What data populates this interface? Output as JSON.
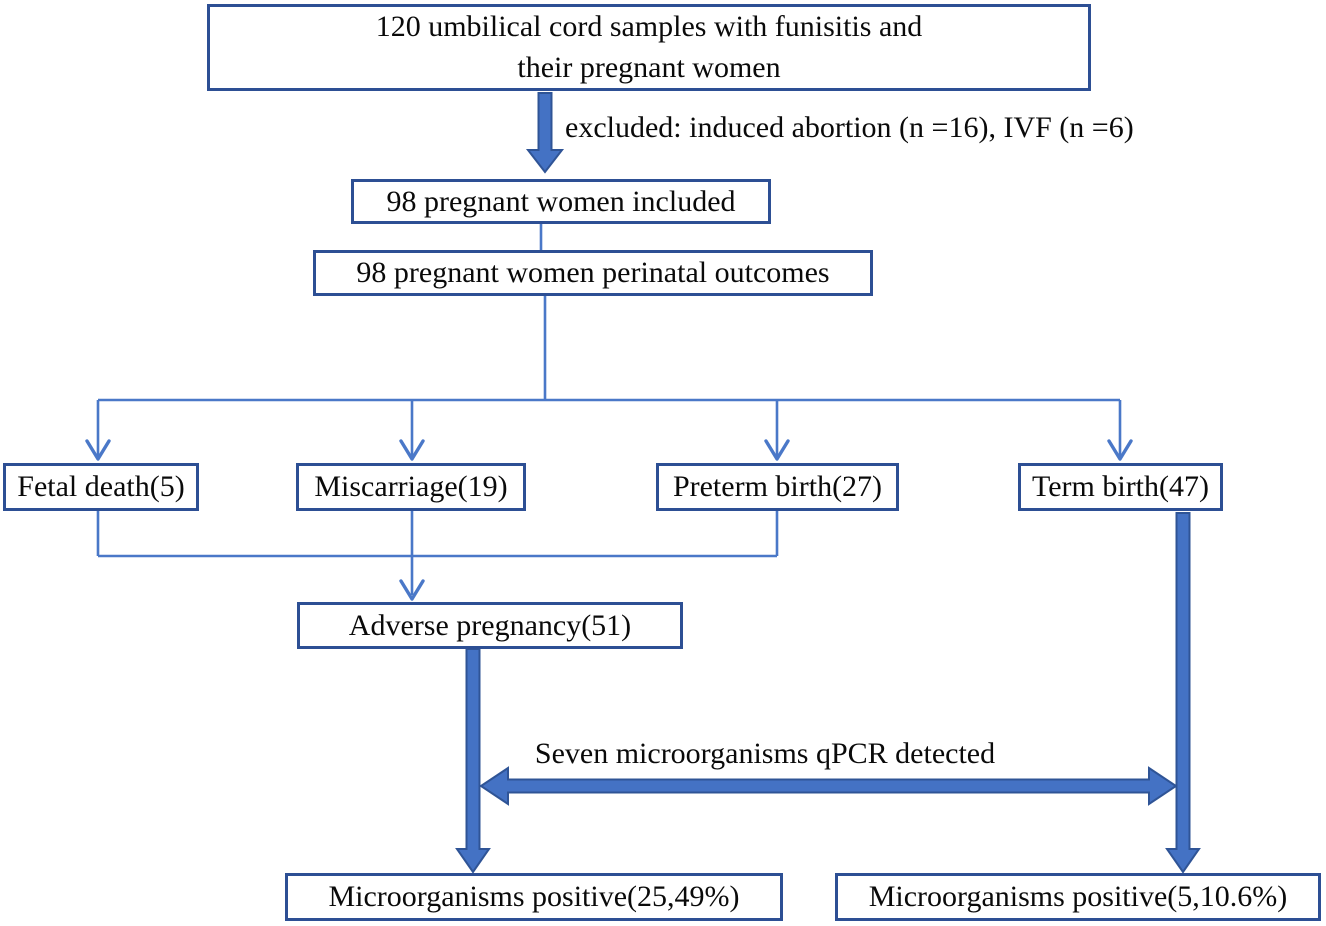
{
  "nodes": {
    "samples": {
      "label": "120 umbilical cord samples with funisitis and\ntheir pregnant women"
    },
    "included": {
      "label": "98 pregnant women included"
    },
    "perinatal": {
      "label": "98 pregnant women perinatal outcomes"
    },
    "fetal_death": {
      "label": "Fetal death(5)"
    },
    "miscarriage": {
      "label": "Miscarriage(19)"
    },
    "preterm": {
      "label": "Preterm birth(27)"
    },
    "term": {
      "label": "Term birth(47)"
    },
    "adverse": {
      "label": "Adverse pregnancy(51)"
    },
    "micro_left": {
      "label": "Microorganisms positive(25,49%)"
    },
    "micro_right": {
      "label": "Microorganisms positive(5,10.6%)"
    }
  },
  "annotations": {
    "excluded": "excluded: induced abortion (n =16), IVF (n =6)",
    "qpcr": "Seven microorganisms qPCR detected"
  },
  "colors": {
    "background": "#ffffff",
    "text": "#0a0a0a",
    "box_border": "#2d4f94",
    "connector": "#4a78c8",
    "arrow_fill": "#4472c4",
    "arrow_outline": "#2f5496"
  }
}
